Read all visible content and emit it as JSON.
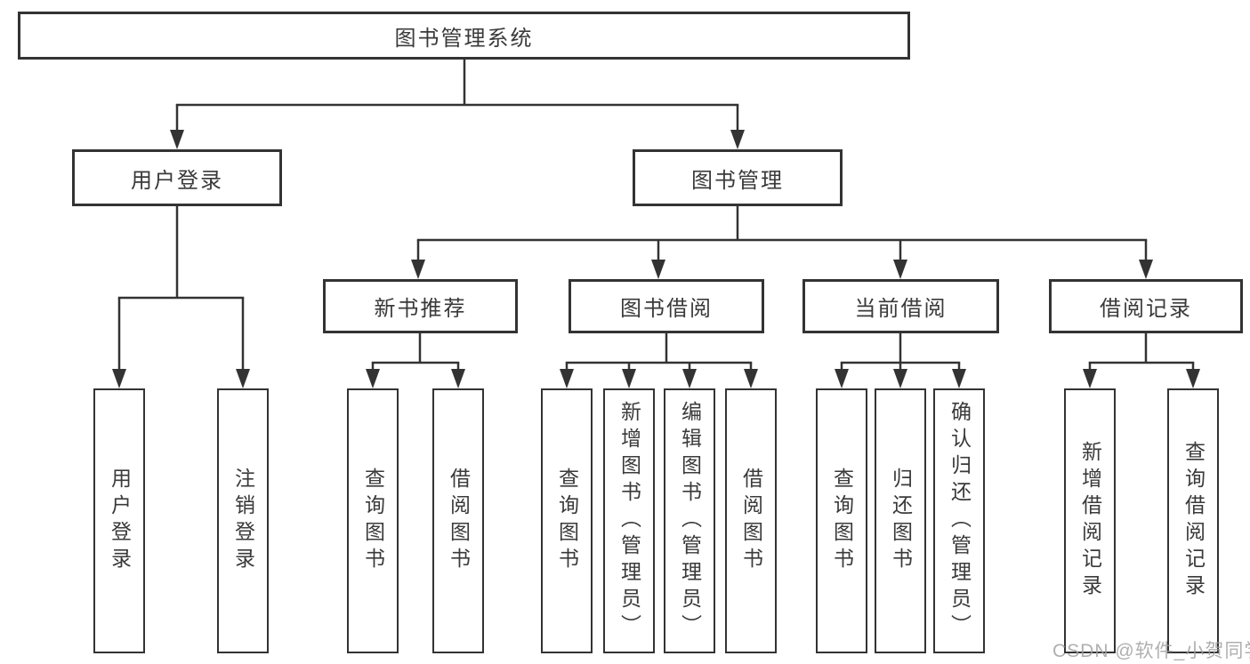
{
  "diagram": {
    "title": "图书管理系统",
    "nodes": {
      "root": "图书管理系统",
      "user_login": "用户登录",
      "book_management": "图书管理",
      "new_book_recommend": "新书推荐",
      "book_borrow": "图书借阅",
      "current_borrow": "当前借阅",
      "borrow_records": "借阅记录",
      "leaf_user_login": "用户登录",
      "leaf_logout": "注销登录",
      "leaf_rec_query_books": "查询图书",
      "leaf_rec_borrow_books": "借阅图书",
      "leaf_bor_query_books": "查询图书",
      "leaf_bor_add_books_admin": "新增图书（管理员）",
      "leaf_bor_edit_books_admin": "编辑图书（管理员）",
      "leaf_bor_borrow_books": "借阅图书",
      "leaf_cur_query_books": "查询图书",
      "leaf_cur_return_books": "归还图书",
      "leaf_cur_confirm_return_admin": "确认归还（管理员）",
      "leaf_records_add": "新增借阅记录",
      "leaf_records_query": "查询借阅记录"
    },
    "colors": {
      "line": "#333333",
      "text": "#3a3a3a",
      "background": "#ffffff",
      "watermark": "#9e9e9e"
    }
  },
  "watermark": {
    "text": "CSDN @软件_小贺同学"
  }
}
